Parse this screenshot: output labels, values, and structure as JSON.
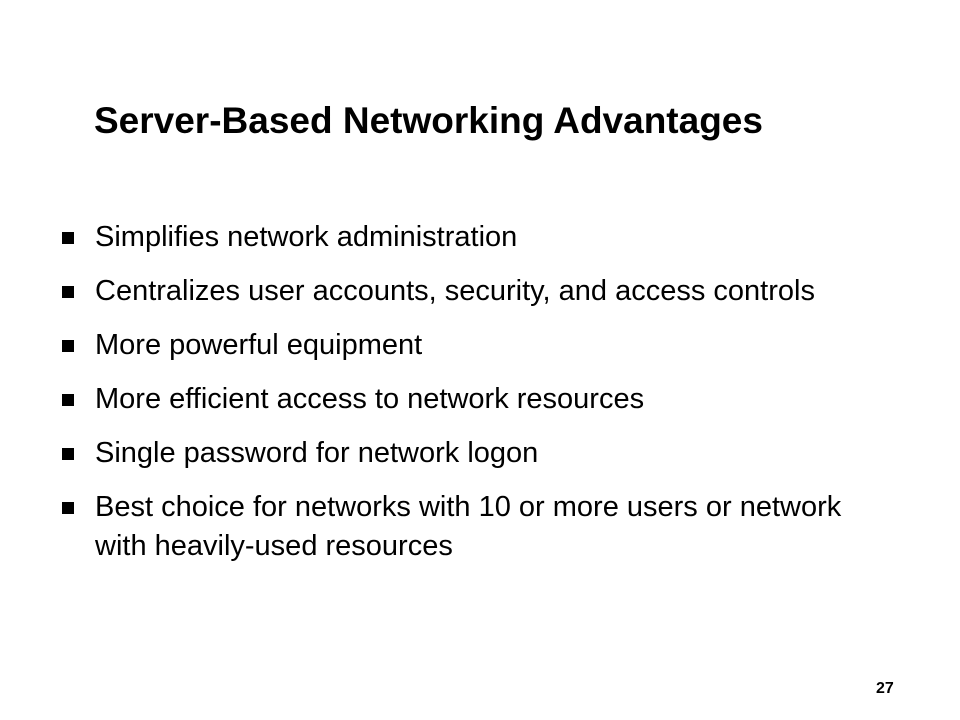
{
  "slide": {
    "title": "Server-Based Networking Advantages",
    "bullets": [
      "Simplifies network administration",
      "Centralizes user accounts, security, and access controls",
      "More powerful equipment",
      "More efficient access to network resources",
      "Single password for network logon",
      "Best choice for networks with 10 or more users or network with heavily-used resources"
    ],
    "page_number": "27"
  }
}
